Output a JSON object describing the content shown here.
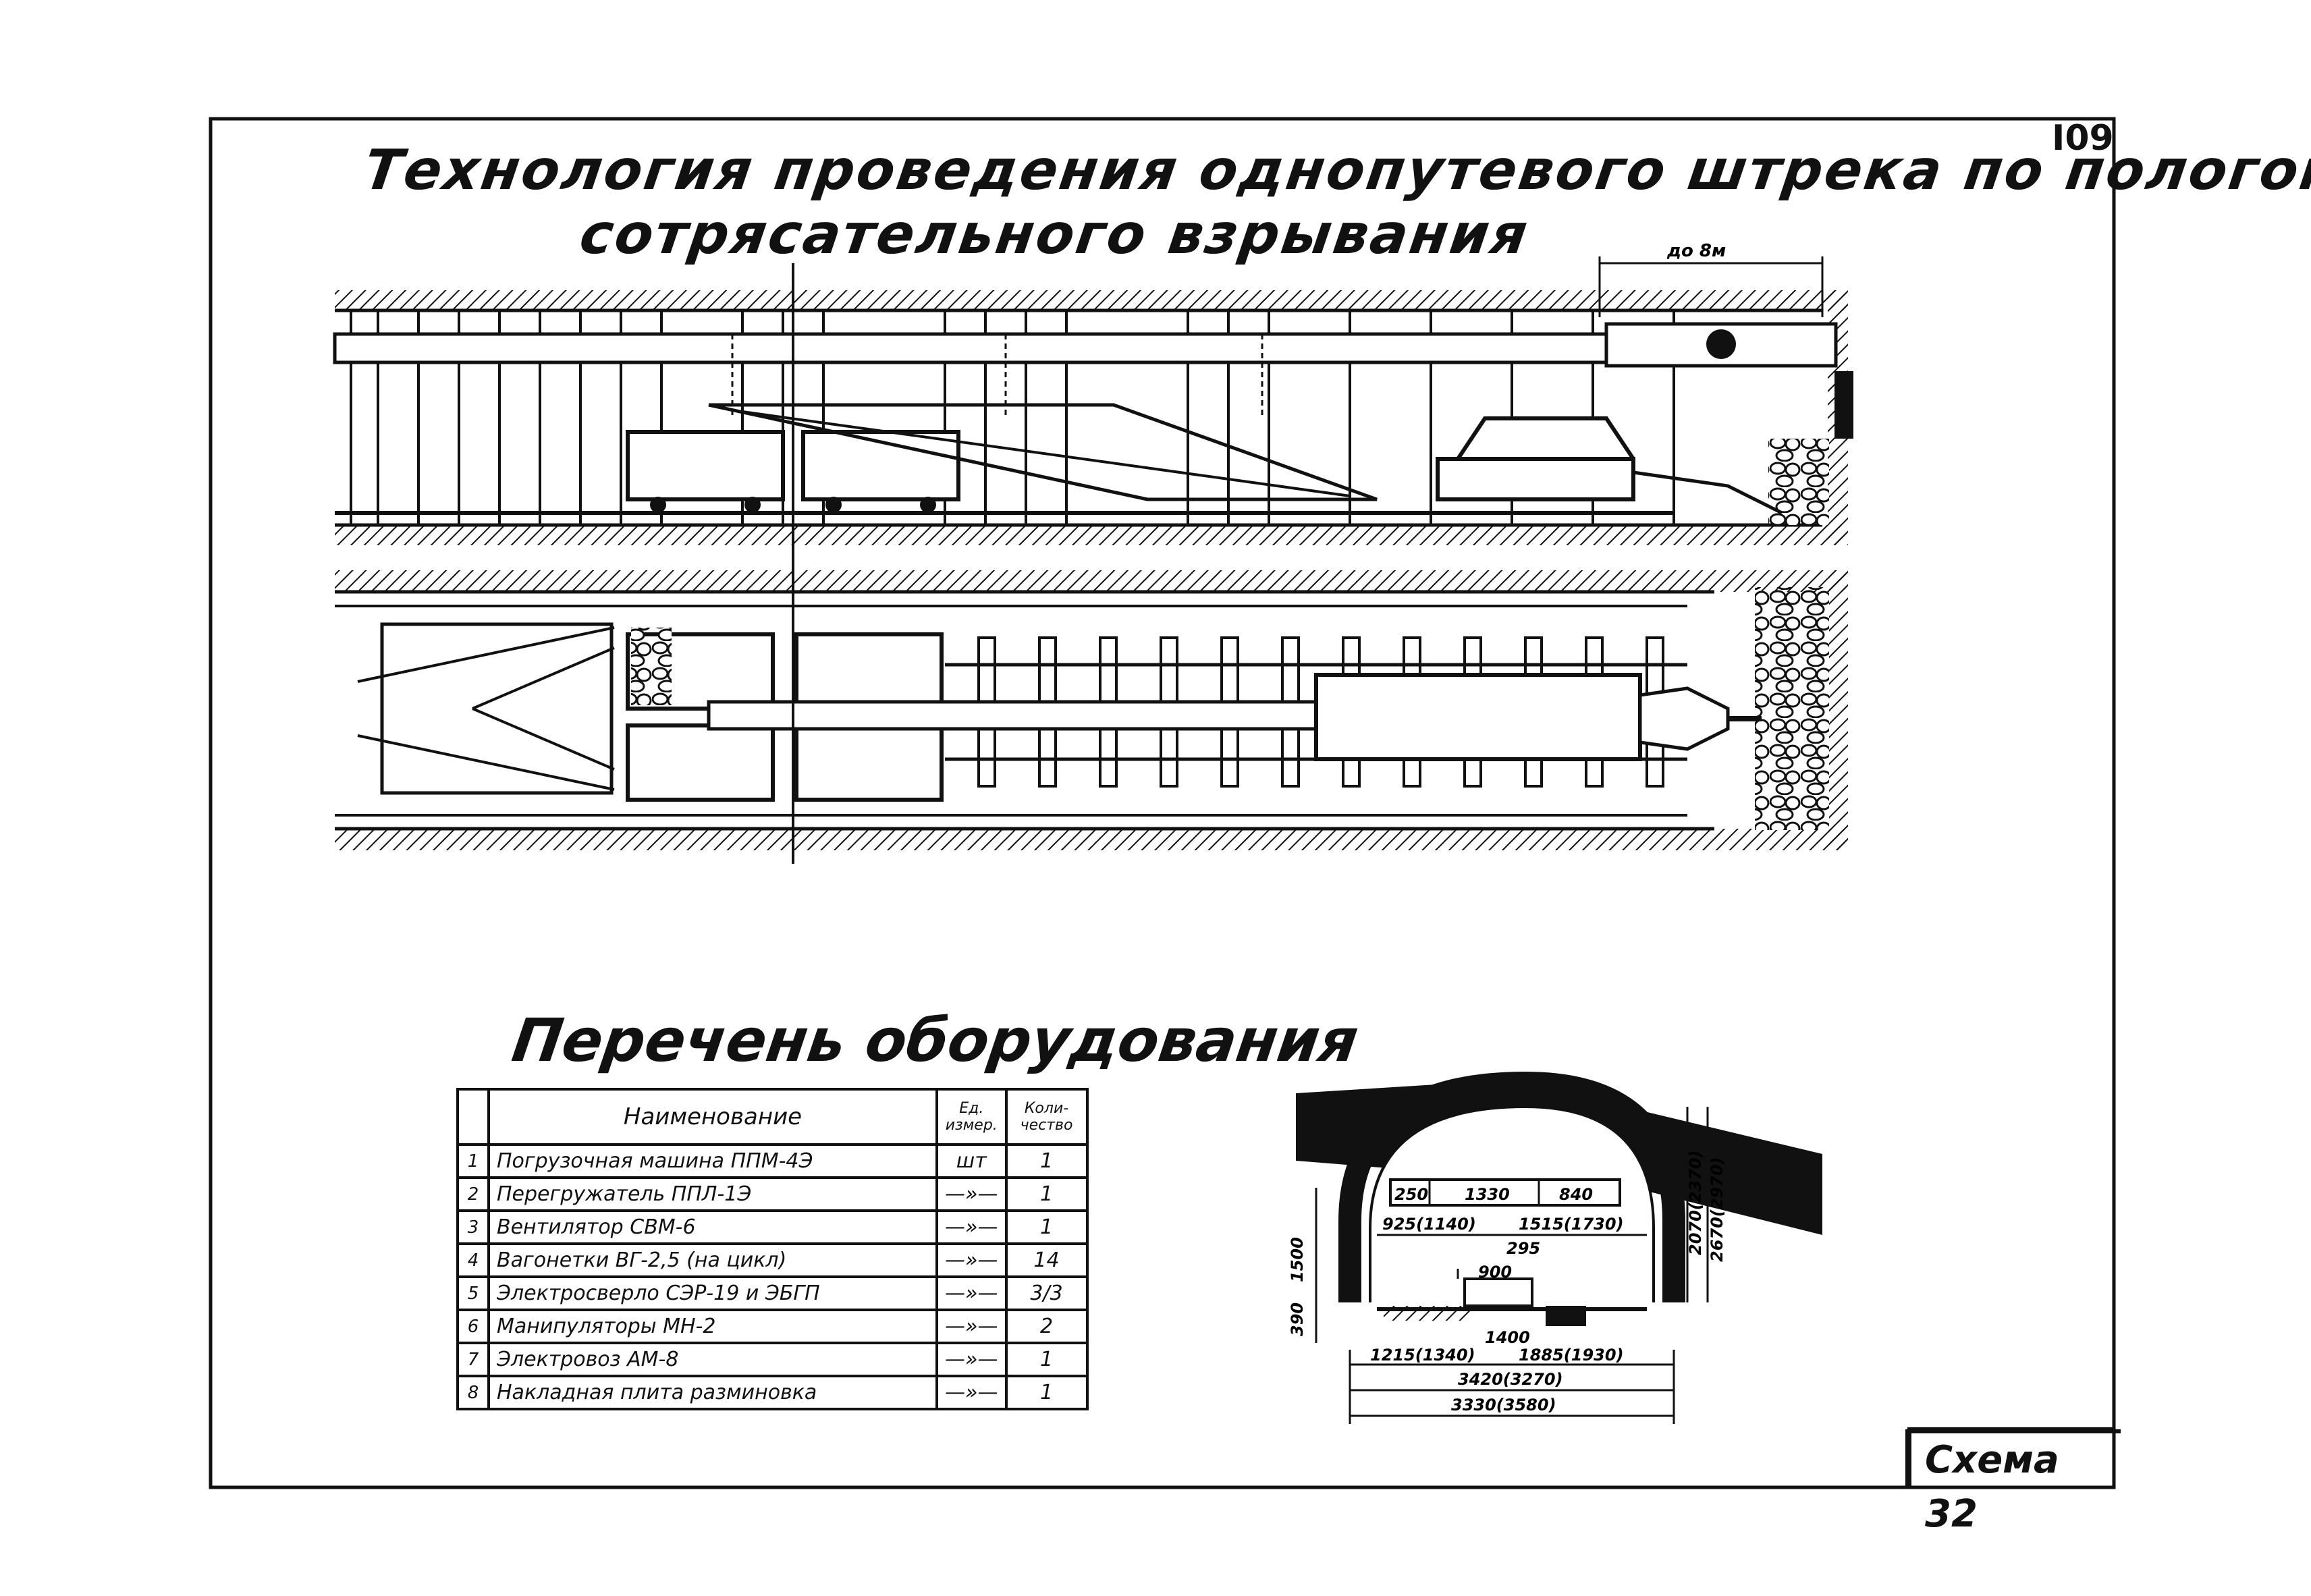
{
  "page_number": "I09",
  "title_line1": "Технология проведения однопутевого штрека по пологому пласту с применением",
  "title_line2": "сотрясательного взрывания",
  "dimension_top": "до 8м",
  "list_title": "Перечень оборудования",
  "table": {
    "headers": {
      "name": "Наименование",
      "unit": "Ед. измер.",
      "qty": "Коли- чество"
    },
    "rows": [
      {
        "n": "1",
        "name": "Погрузочная машина ППМ-4Э",
        "unit": "шт",
        "qty": "1"
      },
      {
        "n": "2",
        "name": "Перегружатель ППЛ-1Э",
        "unit": "—»—",
        "qty": "1"
      },
      {
        "n": "3",
        "name": "Вентилятор СВМ-6",
        "unit": "—»—",
        "qty": "1"
      },
      {
        "n": "4",
        "name": "Вагонетки ВГ-2,5 (на цикл)",
        "unit": "—»—",
        "qty": "14"
      },
      {
        "n": "5",
        "name": "Электросверло СЭР-19 и ЭБГП",
        "unit": "—»—",
        "qty": "3/3"
      },
      {
        "n": "6",
        "name": "Манипуляторы МН-2",
        "unit": "—»—",
        "qty": "2"
      },
      {
        "n": "7",
        "name": "Электровоз АМ-8",
        "unit": "—»—",
        "qty": "1"
      },
      {
        "n": "8",
        "name": "Накладная плита разминовка",
        "unit": "—»—",
        "qty": "1"
      }
    ]
  },
  "section_dims": {
    "d250": "250",
    "d1330": "1330",
    "d840": "840",
    "d925": "925(1140)",
    "d1515": "1515(1730)",
    "d295": "295",
    "d900": "900",
    "d1400": "1400",
    "d1215": "1215(1340)",
    "d1885": "1885(1930)",
    "d3420": "3420(3270)",
    "d3330": "3330(3580)",
    "v1500": "1500",
    "v390": "390",
    "v2070": "2070(2370)",
    "v2670": "2670(2970)"
  },
  "scheme_label": "Схема 32"
}
